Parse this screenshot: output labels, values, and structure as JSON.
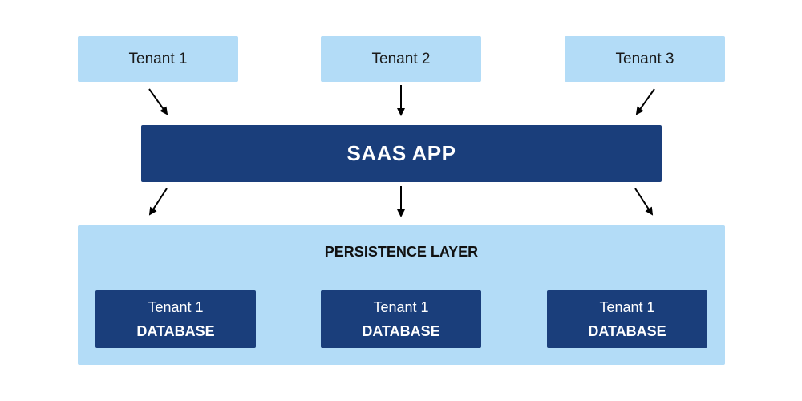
{
  "tenants": [
    {
      "label": "Tenant 1"
    },
    {
      "label": "Tenant 2"
    },
    {
      "label": "Tenant 3"
    }
  ],
  "app": {
    "label": "SAAS APP"
  },
  "persistence": {
    "title": "PERSISTENCE LAYER",
    "databases": [
      {
        "tenant": "Tenant 1",
        "kind": "DATABASE"
      },
      {
        "tenant": "Tenant 1",
        "kind": "DATABASE"
      },
      {
        "tenant": "Tenant 1",
        "kind": "DATABASE"
      }
    ]
  },
  "colors": {
    "light_blue": "#b3dcf7",
    "navy": "#1a3e7b",
    "arrow": "#000000"
  }
}
